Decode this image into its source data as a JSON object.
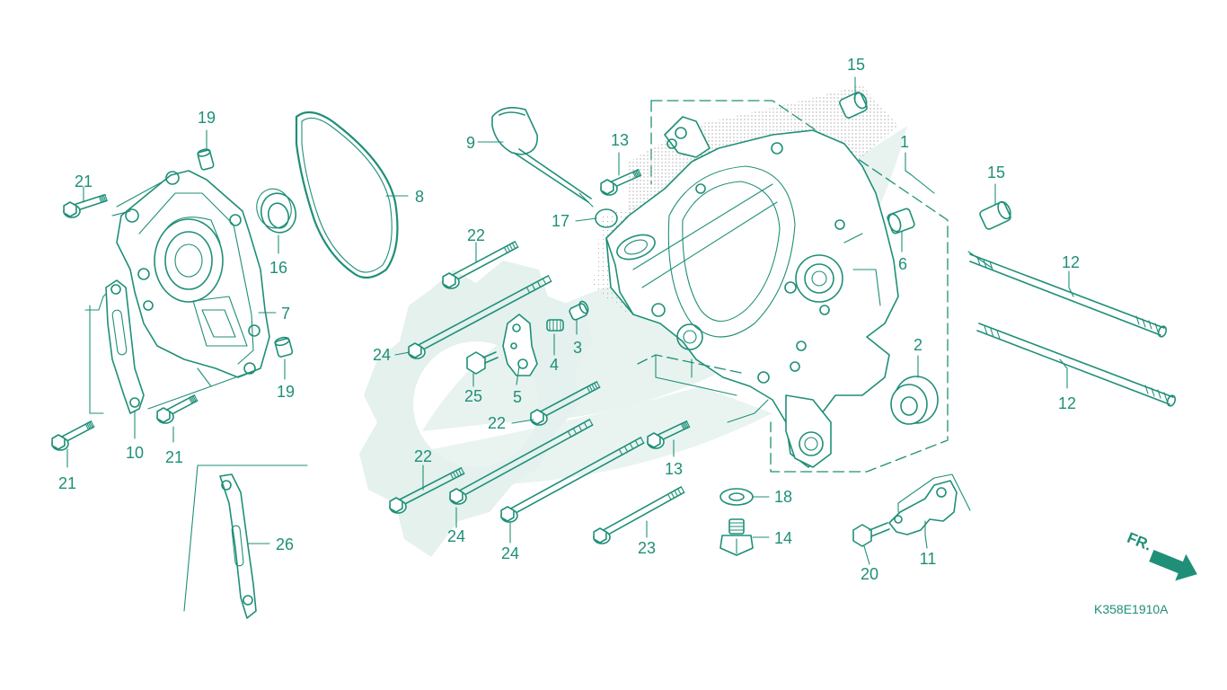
{
  "diagram": {
    "diagram_code": "K358E1910A",
    "direction_label": "FR.",
    "callouts": [
      {
        "id": "c1",
        "label": "1"
      },
      {
        "id": "c2",
        "label": "2"
      },
      {
        "id": "c3",
        "label": "3"
      },
      {
        "id": "c4",
        "label": "4"
      },
      {
        "id": "c5",
        "label": "5"
      },
      {
        "id": "c6",
        "label": "6"
      },
      {
        "id": "c7",
        "label": "7"
      },
      {
        "id": "c8",
        "label": "8"
      },
      {
        "id": "c9",
        "label": "9"
      },
      {
        "id": "c10",
        "label": "10"
      },
      {
        "id": "c11",
        "label": "11"
      },
      {
        "id": "c12a",
        "label": "12"
      },
      {
        "id": "c12b",
        "label": "12"
      },
      {
        "id": "c13a",
        "label": "13"
      },
      {
        "id": "c13b",
        "label": "13"
      },
      {
        "id": "c14",
        "label": "14"
      },
      {
        "id": "c15a",
        "label": "15"
      },
      {
        "id": "c15b",
        "label": "15"
      },
      {
        "id": "c16",
        "label": "16"
      },
      {
        "id": "c17",
        "label": "17"
      },
      {
        "id": "c18",
        "label": "18"
      },
      {
        "id": "c19a",
        "label": "19"
      },
      {
        "id": "c19b",
        "label": "19"
      },
      {
        "id": "c20",
        "label": "20"
      },
      {
        "id": "c21a",
        "label": "21"
      },
      {
        "id": "c21b",
        "label": "21"
      },
      {
        "id": "c21c",
        "label": "21"
      },
      {
        "id": "c22a",
        "label": "22"
      },
      {
        "id": "c22b",
        "label": "22"
      },
      {
        "id": "c22c",
        "label": "22"
      },
      {
        "id": "c23",
        "label": "23"
      },
      {
        "id": "c24a",
        "label": "24"
      },
      {
        "id": "c24b",
        "label": "24"
      },
      {
        "id": "c24c",
        "label": "24"
      },
      {
        "id": "c25",
        "label": "25"
      },
      {
        "id": "c26",
        "label": "26"
      }
    ]
  }
}
